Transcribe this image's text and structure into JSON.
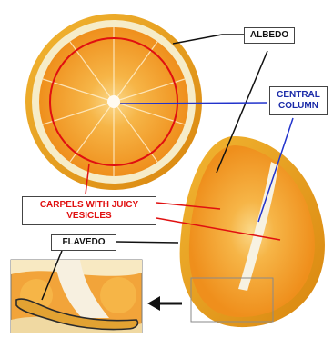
{
  "labels": {
    "albedo": "ALBEDO",
    "central_column_line1": "CENTRAL",
    "central_column_line2": "COLUMN",
    "carpels_line1": "CARPELS WITH JUICY",
    "carpels_line2": "VESICLES",
    "flavedo": "FLAVEDO"
  },
  "colors": {
    "albedo_leader": "#111111",
    "central_column_text": "#1a2aa8",
    "central_column_leader": "#2233cc",
    "carpels_text": "#e01010",
    "carpels_leader": "#e01010",
    "flavedo_leader": "#111111",
    "peel": "#e9a01d",
    "albedo_tissue": "#f6ecc8",
    "pulp": "#f39a22",
    "outline": "#2b2b2b",
    "highlight_box": "#8a8a8a"
  },
  "icons": [
    "arrow-left-icon"
  ]
}
